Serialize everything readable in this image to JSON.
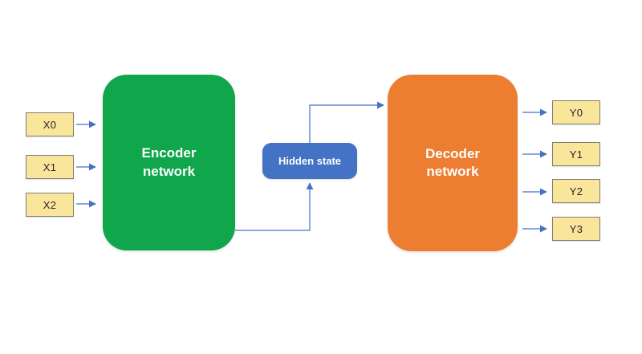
{
  "diagram": {
    "inputs": [
      {
        "label": "X0"
      },
      {
        "label": "X1"
      },
      {
        "label": "X2"
      }
    ],
    "outputs": [
      {
        "label": "Y0"
      },
      {
        "label": "Y1"
      },
      {
        "label": "Y2"
      },
      {
        "label": "Y3"
      }
    ],
    "encoder": {
      "lines": [
        "Encoder",
        "network"
      ]
    },
    "decoder": {
      "lines": [
        "Decoder",
        "network"
      ]
    },
    "hidden_state": {
      "label": "Hidden state"
    },
    "colors": {
      "encoder_fill": "#10A64C",
      "decoder_fill": "#ED7D31",
      "hidden_state_fill": "#4472C4",
      "io_box_fill": "#FAE69B",
      "io_box_border": "#7F7F76",
      "connector": "#4472C4",
      "node_text": "#FFFFFF",
      "io_text": "#262626",
      "background": "#FFFFFF"
    }
  }
}
